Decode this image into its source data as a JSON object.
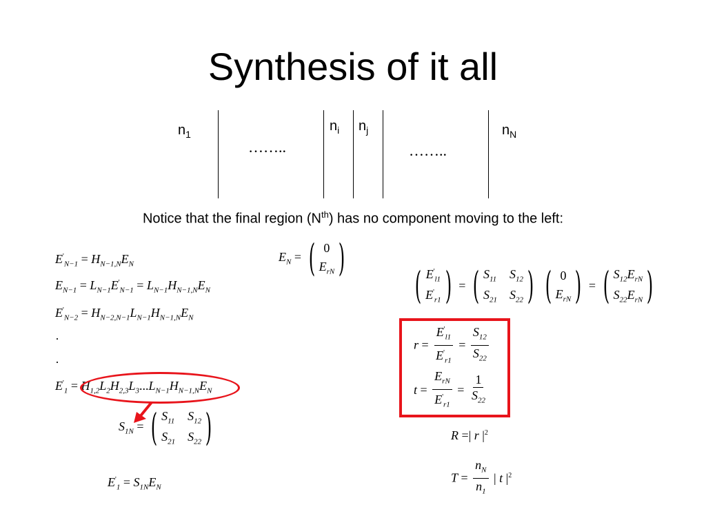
{
  "title": "Synthesis of it all",
  "layers": {
    "n1": {
      "base": "n",
      "sub": "1"
    },
    "ni": {
      "base": "n",
      "sub": "i"
    },
    "nj": {
      "base": "n",
      "sub": "j"
    },
    "nN": {
      "base": "n",
      "sub": "N"
    },
    "dots_left": "……..",
    "dots_right": "…….."
  },
  "notice": {
    "before": "Notice that the final region (N",
    "sup": "th",
    "after": ") has no component moving to the left:"
  },
  "annotation_colors": {
    "highlight": "#e8141b"
  },
  "equations": {
    "single_dots": [
      "·",
      "·"
    ],
    "exponent": "2"
  }
}
